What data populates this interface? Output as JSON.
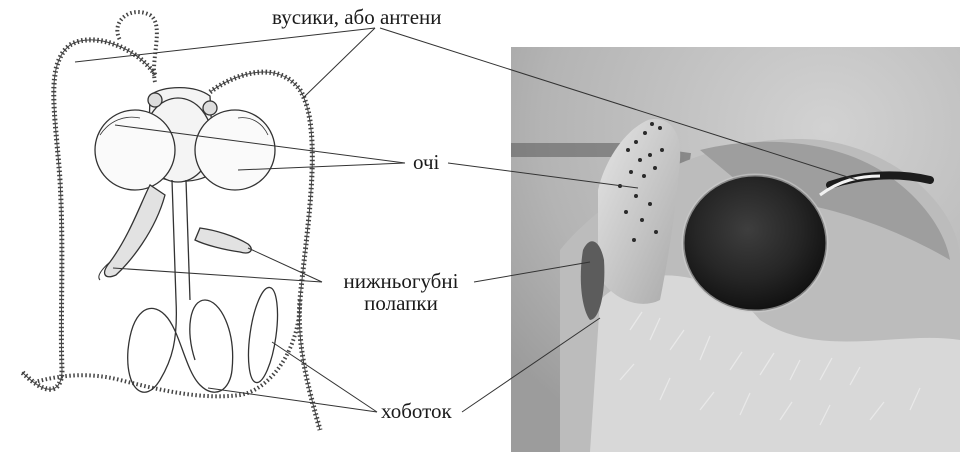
{
  "labels": {
    "antennae": "вусики, або антени",
    "eyes": "очі",
    "palps_line1": "нижньогубні",
    "palps_line2": "полапки",
    "proboscis": "хоботок"
  }
}
